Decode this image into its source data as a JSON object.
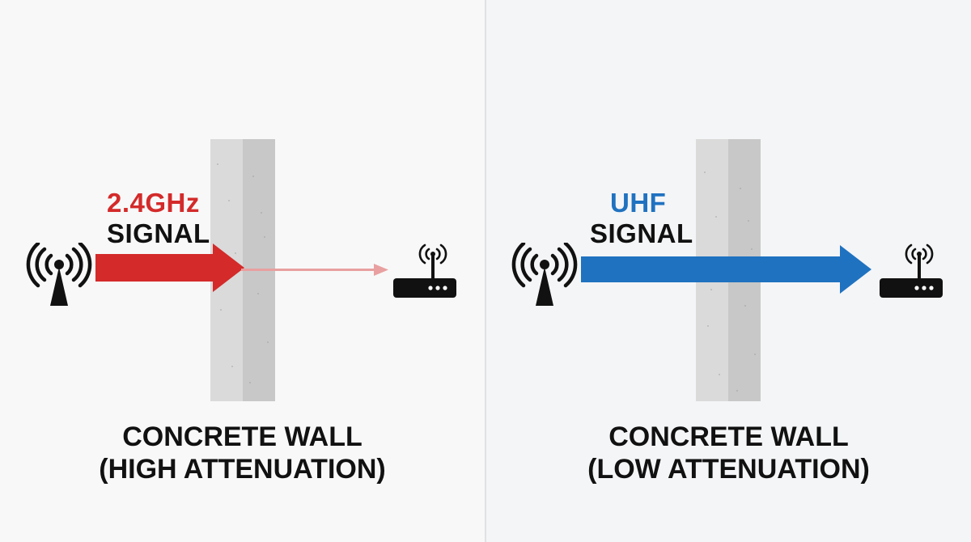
{
  "left_panel": {
    "frequency_label": "2.4GHz",
    "signal_label": "SIGNAL",
    "caption_line1": "CONCRETE WALL",
    "caption_line2": "(HIGH ATTENUATION)",
    "arrow_color": "#d42a2a",
    "weak_arrow_color": "#e9a0a0"
  },
  "right_panel": {
    "frequency_label": "UHF",
    "signal_label": "SIGNAL",
    "caption_line1": "CONCRETE WALL",
    "caption_line2": "(LOW ATTENUATION)",
    "arrow_color": "#1f72c0"
  },
  "icons": {
    "transmitter": "radio-tower-icon",
    "receiver": "router-icon"
  }
}
